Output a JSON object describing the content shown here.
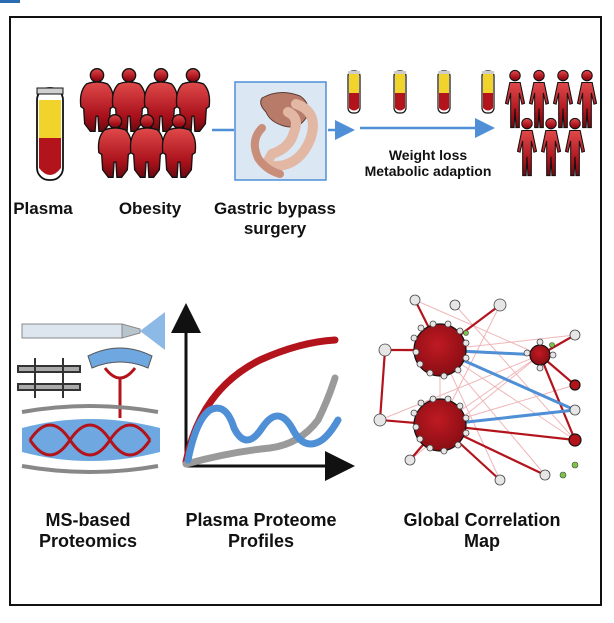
{
  "panel_top": {
    "plasma_label": "Plasma",
    "obesity_label": "Obesity",
    "surgery_label_line1": "Gastric bypass",
    "surgery_label_line2": "surgery",
    "outcome_line1": "Weight loss",
    "outcome_line2": "Metabolic adaption"
  },
  "panel_bottom": {
    "ms_label_line1": "MS-based",
    "ms_label_line2": "Proteomics",
    "profiles_label_line1": "Plasma Proteome",
    "profiles_label_line2": "Profiles",
    "network_label_line1": "Global Correlation",
    "network_label_line2": "Map"
  },
  "colors": {
    "blood_red": "#b3141c",
    "plasma_yellow": "#f2d32b",
    "accent_blue": "#4f8fd6",
    "gray": "#999999",
    "outline": "#111111"
  }
}
